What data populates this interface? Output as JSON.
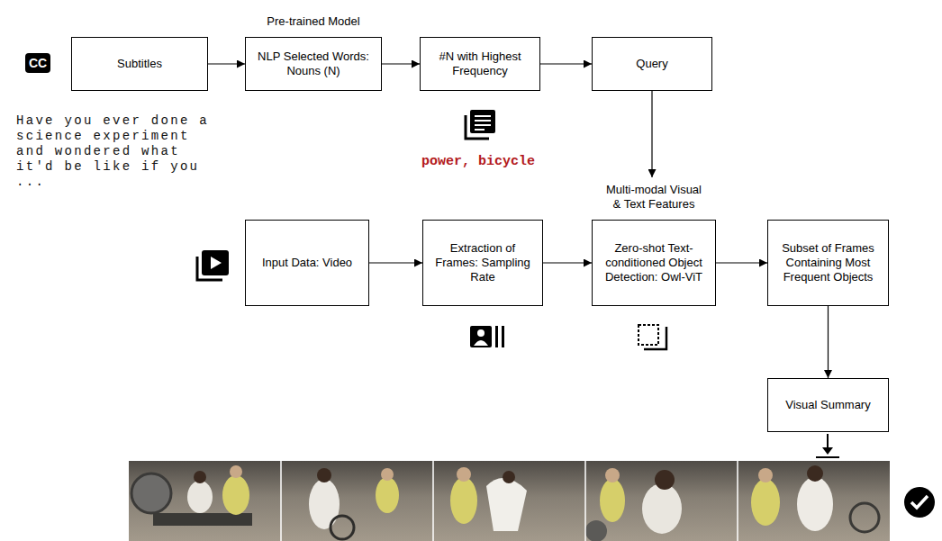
{
  "diagram": {
    "nodes": [
      {
        "text": [
          "Subtitles"
        ]
      },
      {
        "text": [
          "Pre-trained Model",
          "NLP Selected Words: Nouns (N)"
        ]
      },
      {
        "text": [
          "#N with Highest Frequency"
        ]
      },
      {
        "text": [
          "Query"
        ]
      },
      {
        "text": [
          "Input Data: Video"
        ]
      },
      {
        "text": [
          "Extraction of Frames: Sampling Rate"
        ]
      },
      {
        "text": [
          "Multi-modal Visual & Text Features",
          "Zero-shot Text-conditioned Object Detection: Owl-ViT"
        ]
      },
      {
        "text": [
          "Subset of Frames Containing Most Frequent Objects"
        ]
      },
      {
        "text": [
          "Visual Summary"
        ]
      }
    ],
    "edges": [
      {
        "from": 0,
        "to": 1,
        "arrow": "to"
      },
      {
        "from": 1,
        "to": 2,
        "arrow": "to"
      },
      {
        "from": 2,
        "to": 3,
        "arrow": "to"
      },
      {
        "from": 3,
        "to": 6,
        "arrow": "to"
      },
      {
        "from": 4,
        "to": 5,
        "arrow": "to"
      },
      {
        "from": 5,
        "to": 6,
        "arrow": "to"
      },
      {
        "from": 6,
        "to": 7,
        "arrow": "to"
      },
      {
        "from": 7,
        "to": 8,
        "arrow": "to"
      }
    ],
    "labels": [
      "CC",
      "Have you ever done a science experiment and wondered what it'd be like if you ...",
      "power, bicycle"
    ]
  }
}
